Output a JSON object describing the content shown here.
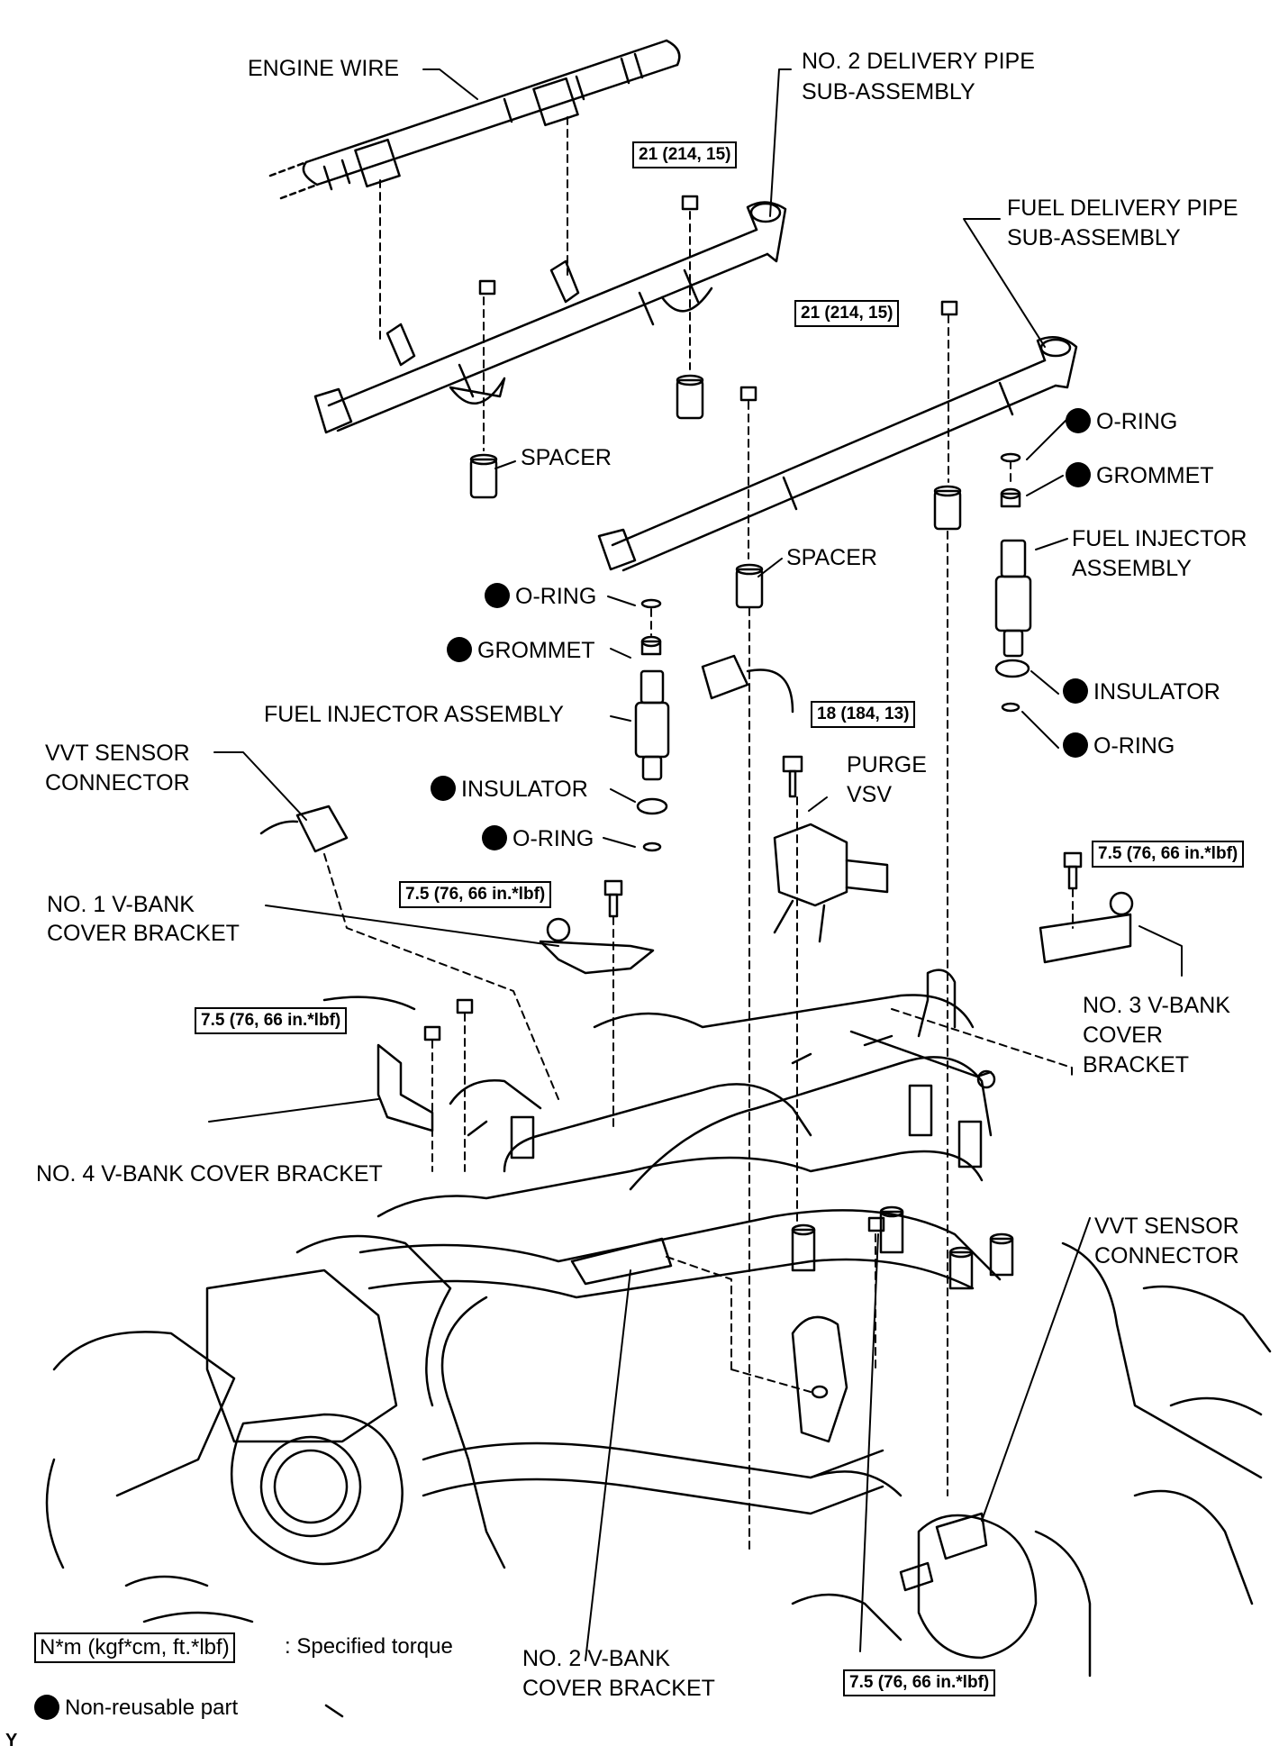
{
  "labels": {
    "engine_wire": "ENGINE WIRE",
    "no2_delivery_pipe_l1": "NO. 2 DELIVERY PIPE",
    "no2_delivery_pipe_l2": "SUB-ASSEMBLY",
    "fuel_delivery_pipe_l1": "FUEL DELIVERY PIPE",
    "fuel_delivery_pipe_l2": "SUB-ASSEMBLY",
    "spacer_left": "SPACER",
    "spacer_center": "SPACER",
    "oring_right_top": "O-RING",
    "grommet_right": "GROMMET",
    "fuel_injector_right_l1": "FUEL INJECTOR",
    "fuel_injector_right_l2": "ASSEMBLY",
    "insulator_right": "INSULATOR",
    "oring_right_bottom": "O-RING",
    "oring_left_top": "O-RING",
    "grommet_left": "GROMMET",
    "fuel_injector_left": "FUEL INJECTOR ASSEMBLY",
    "insulator_left": "INSULATOR",
    "oring_left_bottom": "O-RING",
    "vvt_left_l1": "VVT SENSOR",
    "vvt_left_l2": "CONNECTOR",
    "purge_l1": "PURGE",
    "purge_l2": "VSV",
    "no1_bracket_l1": "NO. 1 V-BANK",
    "no1_bracket_l2": "COVER BRACKET",
    "no3_bracket_l1": "NO. 3 V-BANK",
    "no3_bracket_l2": "COVER",
    "no3_bracket_l3": "BRACKET",
    "no4_bracket": "NO. 4 V-BANK COVER BRACKET",
    "vvt_right_l1": "VVT SENSOR",
    "vvt_right_l2": "CONNECTOR",
    "no2_bracket_l1": "NO. 2 V-BANK",
    "no2_bracket_l2": "COVER BRACKET"
  },
  "torques": {
    "no2_pipe_bolt": "21 (214, 15)",
    "fuel_pipe_bolt": "21 (214, 15)",
    "purge_bolt": "18 (184, 13)",
    "no1_bracket_bolt": "7.5 (76, 66 in.*lbf)",
    "no3_bracket_bolt": "7.5 (76, 66 in.*lbf)",
    "no4_bracket_bolt": "7.5 (76, 66 in.*lbf)",
    "no2_bracket_nut": "7.5 (76, 66 in.*lbf)"
  },
  "legend": {
    "torque_unit": "N*m (kgf*cm, ft.*lbf)",
    "torque_text": ": Specified torque",
    "nonreusable_text": "Non-reusable part"
  },
  "corner_mark": "Y"
}
